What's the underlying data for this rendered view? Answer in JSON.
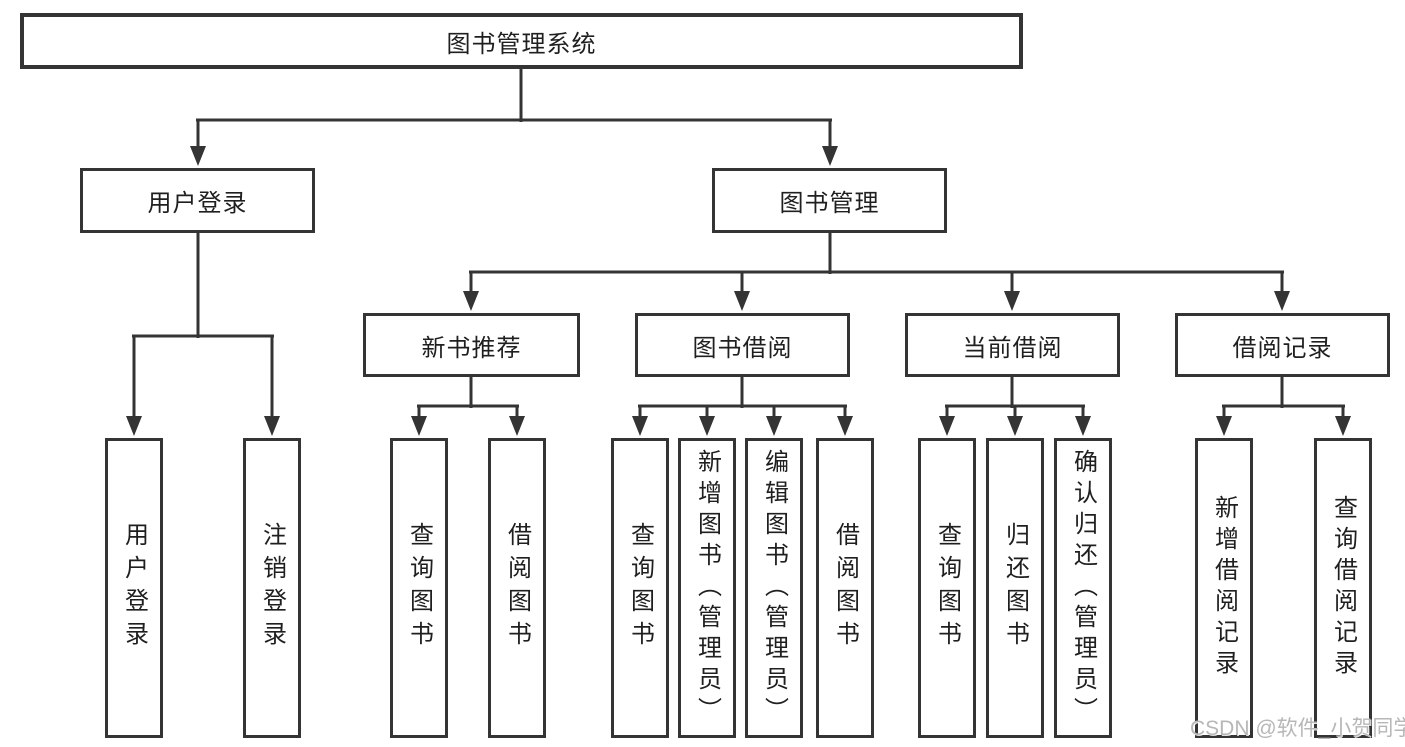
{
  "diagram": {
    "root": {
      "label": "图书管理系统"
    },
    "user": {
      "label": "用户登录",
      "leaves": [
        "用户登录",
        "注销登录"
      ]
    },
    "book": {
      "label": "图书管理",
      "groups": [
        {
          "label": "新书推荐",
          "leaves": [
            "查询图书",
            "借阅图书"
          ]
        },
        {
          "label": "图书借阅",
          "leaves": [
            "查询图书",
            "新增图书（管理员）",
            "编辑图书（管理员）",
            "借阅图书"
          ]
        },
        {
          "label": "当前借阅",
          "leaves": [
            "查询图书",
            "归还图书",
            "确认归还（管理员）"
          ]
        },
        {
          "label": "借阅记录",
          "leaves": [
            "新增借阅记录",
            "查询借阅记录"
          ]
        }
      ]
    }
  },
  "watermark": {
    "text": "CSDN @软件_小贺同学"
  },
  "colors": {
    "line": "#343434",
    "box_border": "#343434",
    "box_bg": "#ffffff",
    "text": "#1f1f1f",
    "watermark": "#b7b7b7",
    "page_bg": "#ffffff"
  }
}
